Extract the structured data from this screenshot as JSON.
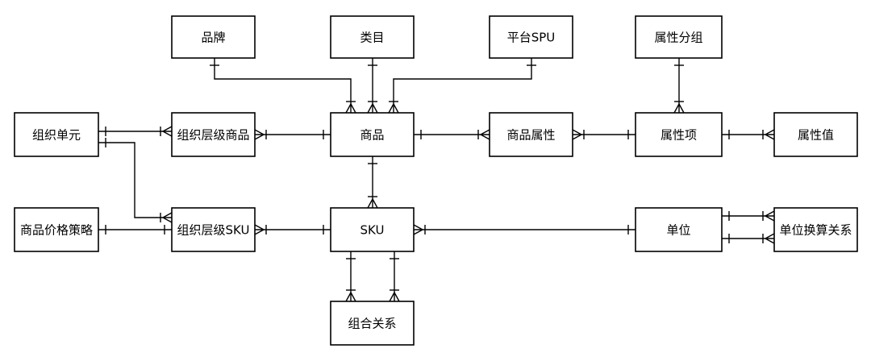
{
  "diagram": {
    "entities": [
      {
        "id": "brand",
        "label": "品牌"
      },
      {
        "id": "category",
        "label": "类目"
      },
      {
        "id": "platform_spu",
        "label": "平台SPU"
      },
      {
        "id": "attr_group",
        "label": "属性分组"
      },
      {
        "id": "org_unit",
        "label": "组织单元"
      },
      {
        "id": "org_goods",
        "label": "组织层级商品"
      },
      {
        "id": "goods",
        "label": "商品"
      },
      {
        "id": "goods_attr",
        "label": "商品属性"
      },
      {
        "id": "attr_item",
        "label": "属性项"
      },
      {
        "id": "attr_value",
        "label": "属性值"
      },
      {
        "id": "price_policy",
        "label": "商品价格策略"
      },
      {
        "id": "org_sku",
        "label": "组织层级SKU"
      },
      {
        "id": "sku",
        "label": "SKU"
      },
      {
        "id": "unit",
        "label": "单位"
      },
      {
        "id": "unit_conv",
        "label": "单位换算关系"
      },
      {
        "id": "combo",
        "label": "组合关系"
      }
    ],
    "relationships": [
      {
        "from": "brand",
        "to": "goods",
        "from_card": "one",
        "to_card": "many"
      },
      {
        "from": "category",
        "to": "goods",
        "from_card": "one",
        "to_card": "many"
      },
      {
        "from": "platform_spu",
        "to": "goods",
        "from_card": "one",
        "to_card": "many"
      },
      {
        "from": "attr_group",
        "to": "attr_item",
        "from_card": "one",
        "to_card": "many"
      },
      {
        "from": "org_unit",
        "to": "org_goods",
        "from_card": "one",
        "to_card": "many"
      },
      {
        "from": "org_unit",
        "to": "org_sku",
        "from_card": "one",
        "to_card": "many"
      },
      {
        "from": "goods",
        "to": "org_goods",
        "from_card": "one",
        "to_card": "many"
      },
      {
        "from": "goods",
        "to": "goods_attr",
        "from_card": "one",
        "to_card": "many"
      },
      {
        "from": "attr_item",
        "to": "goods_attr",
        "from_card": "one",
        "to_card": "many"
      },
      {
        "from": "attr_item",
        "to": "attr_value",
        "from_card": "one",
        "to_card": "many"
      },
      {
        "from": "goods",
        "to": "sku",
        "from_card": "one",
        "to_card": "many"
      },
      {
        "from": "price_policy",
        "to": "org_sku",
        "from_card": "one",
        "to_card": "one"
      },
      {
        "from": "sku",
        "to": "org_sku",
        "from_card": "one",
        "to_card": "many"
      },
      {
        "from": "unit",
        "to": "sku",
        "from_card": "one",
        "to_card": "many"
      },
      {
        "from": "unit",
        "to": "unit_conv",
        "from_card": "one",
        "to_card": "many"
      },
      {
        "from": "unit",
        "to": "unit_conv",
        "from_card": "one",
        "to_card": "many"
      },
      {
        "from": "sku",
        "to": "combo",
        "from_card": "one",
        "to_card": "many"
      },
      {
        "from": "sku",
        "to": "combo",
        "from_card": "one",
        "to_card": "many"
      }
    ]
  }
}
